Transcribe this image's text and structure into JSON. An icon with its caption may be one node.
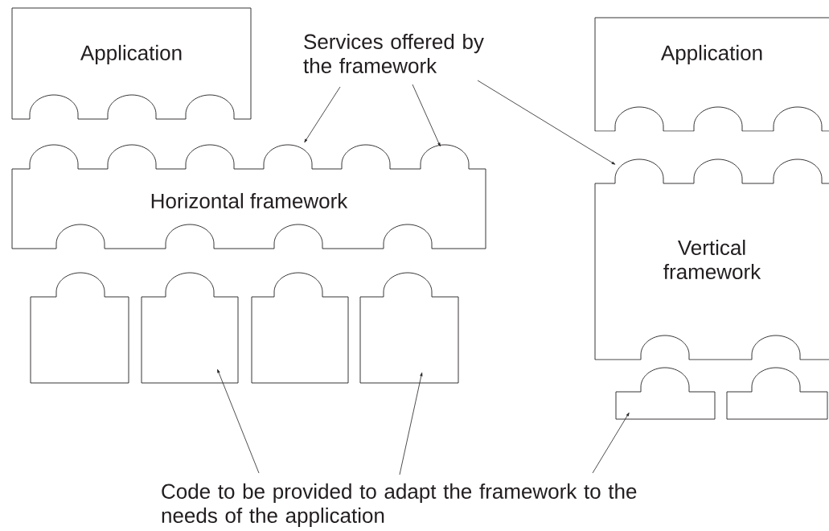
{
  "diagram": {
    "nodes": [
      {
        "text": [
          "Application"
        ]
      },
      {
        "text": [
          "Horizontal framework"
        ]
      },
      {
        "text": [],
        "shape": "box"
      },
      {
        "text": [],
        "shape": "box"
      },
      {
        "text": [],
        "shape": "box"
      },
      {
        "text": [],
        "shape": "box"
      },
      {
        "text": [
          "Application"
        ]
      },
      {
        "text": [
          "Vertical framework"
        ]
      },
      {
        "text": [],
        "shape": "box"
      },
      {
        "text": [],
        "shape": "box"
      },
      {
        "text": [
          "Services offered by the framework"
        ]
      },
      {
        "text": [
          "Code to be provided to adapt the framework to the needs of the application"
        ]
      }
    ],
    "edges": [
      {
        "from": 10,
        "to": 1,
        "arrow": "to"
      },
      {
        "from": 10,
        "to": 1,
        "arrow": "to"
      },
      {
        "from": 10,
        "to": 7,
        "arrow": "to"
      },
      {
        "from": 11,
        "to": 3,
        "arrow": "to"
      },
      {
        "from": 11,
        "to": 5,
        "arrow": "to"
      },
      {
        "from": 11,
        "to": 8,
        "arrow": "to"
      }
    ]
  }
}
